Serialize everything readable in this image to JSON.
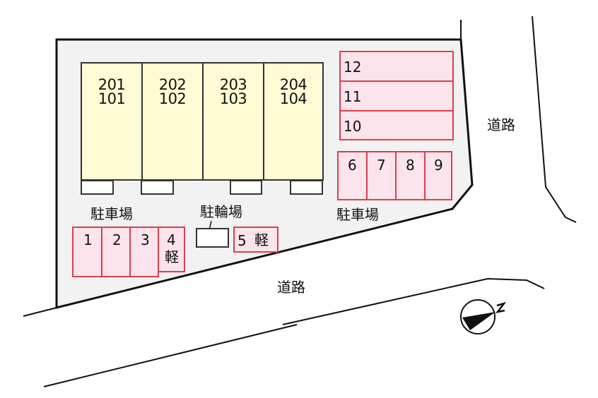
{
  "site": {
    "lot_fill": "#f2f2f2",
    "outline_color": "#111111",
    "unit_fill": "#fffbd4",
    "parking_fill": "#fde4ec",
    "parking_border": "#d8404f"
  },
  "building": {
    "units": [
      {
        "upper": "201",
        "lower": "101"
      },
      {
        "upper": "202",
        "lower": "102"
      },
      {
        "upper": "203",
        "lower": "103"
      },
      {
        "upper": "204",
        "lower": "104"
      }
    ]
  },
  "parking_right": {
    "label": "駐車場",
    "horizontal_spaces": [
      "12",
      "11",
      "10"
    ],
    "vertical_spaces": [
      "6",
      "7",
      "8",
      "9"
    ]
  },
  "parking_left": {
    "label": "駐車場",
    "spaces": [
      "1",
      "2",
      "3"
    ],
    "kei_space": {
      "number": "4",
      "type": "軽"
    }
  },
  "bicycle": {
    "label": "駐輪場"
  },
  "space_5": {
    "number": "5",
    "type": "軽"
  },
  "roads": {
    "east_label": "道路",
    "south_label": "道路"
  },
  "compass": {
    "north_label": "N",
    "icon": "north-arrow-icon"
  }
}
